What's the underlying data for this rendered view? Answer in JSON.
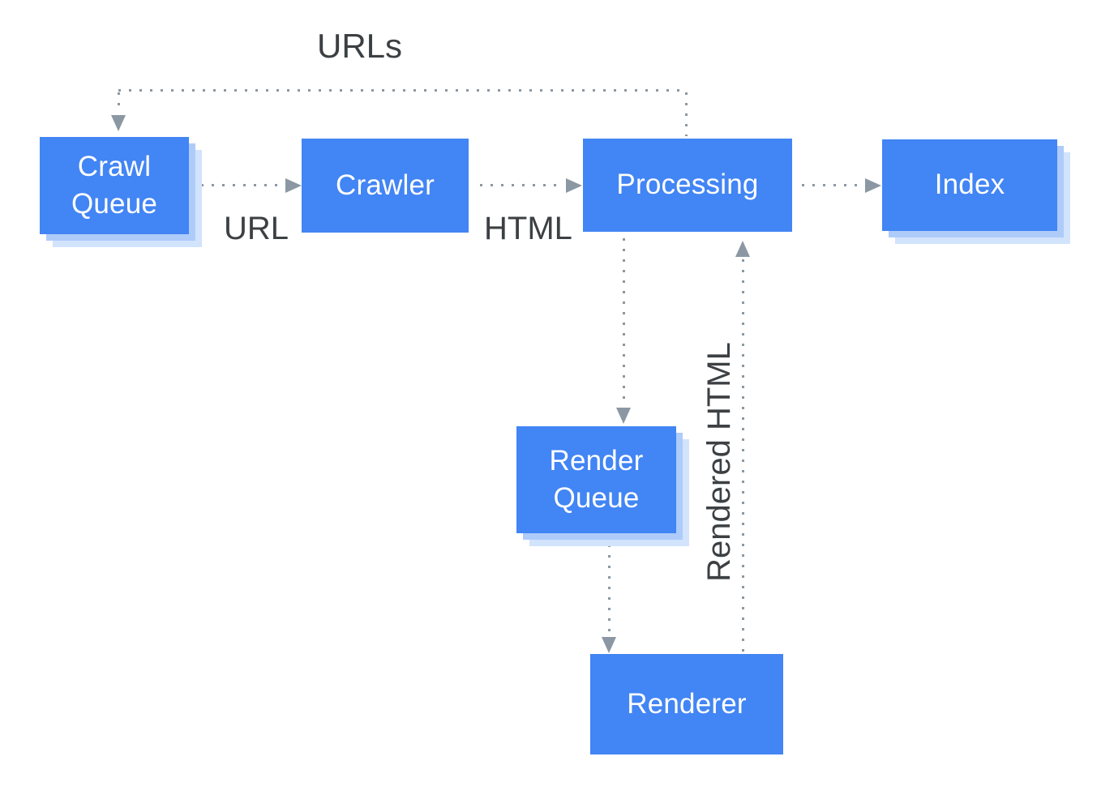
{
  "diagram": {
    "nodes": {
      "crawl_queue": {
        "label": "Crawl Queue",
        "stacked": true
      },
      "crawler": {
        "label": "Crawler",
        "stacked": false
      },
      "processing": {
        "label": "Processing",
        "stacked": false
      },
      "index": {
        "label": "Index",
        "stacked": true
      },
      "render_queue": {
        "label": "Render Queue",
        "stacked": true
      },
      "renderer": {
        "label": "Renderer",
        "stacked": false
      }
    },
    "edge_labels": {
      "urls": "URLs",
      "url": "URL",
      "html": "HTML",
      "rendered_html": "Rendered HTML"
    },
    "edges": [
      {
        "from": "processing",
        "to": "crawl_queue",
        "label": "URLs",
        "style": "dotted"
      },
      {
        "from": "crawl_queue",
        "to": "crawler",
        "label": "URL",
        "style": "dotted"
      },
      {
        "from": "crawler",
        "to": "processing",
        "label": "HTML",
        "style": "dotted"
      },
      {
        "from": "processing",
        "to": "index",
        "label": "",
        "style": "dotted"
      },
      {
        "from": "processing",
        "to": "render_queue",
        "label": "",
        "style": "dotted"
      },
      {
        "from": "render_queue",
        "to": "renderer",
        "label": "",
        "style": "dotted"
      },
      {
        "from": "renderer",
        "to": "processing",
        "label": "Rendered HTML",
        "style": "dotted"
      }
    ],
    "colors": {
      "node_fill": "#4285F4",
      "node_text": "#FFFFFF",
      "stack_shadow_1": "#AECBFA",
      "stack_shadow_2": "#D2E3FC",
      "connector": "#8B98A3",
      "label_text": "#3C4043",
      "background": "#FFFFFF"
    }
  }
}
